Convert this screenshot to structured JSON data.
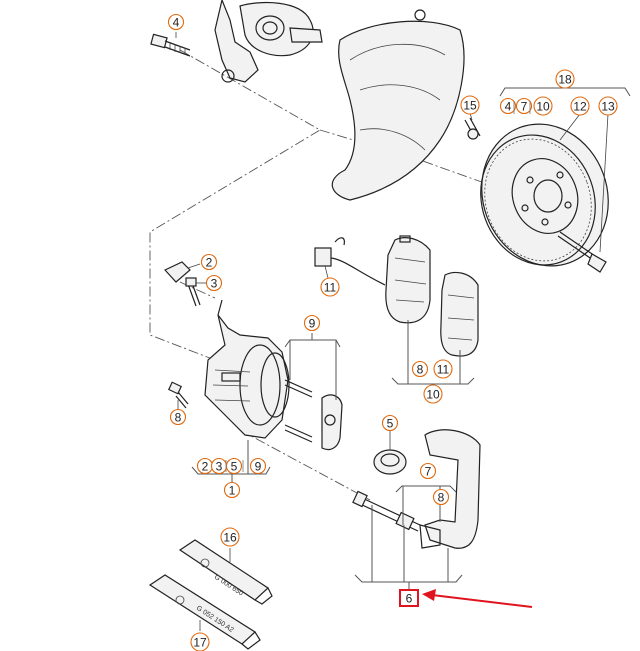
{
  "colors": {
    "callout": "#e06a10",
    "highlight": "#e0141e",
    "line": "#222222"
  },
  "callouts": {
    "c1": "1",
    "c2": "2",
    "c3": "3",
    "c4": "4",
    "c5": "5",
    "c6": "6",
    "c7": "7",
    "c8": "8",
    "c9": "9",
    "c10": "10",
    "c11": "11",
    "c12": "12",
    "c13": "13",
    "c15": "15",
    "c16": "16",
    "c17": "17",
    "c18": "18"
  },
  "groups": {
    "disc_group": [
      "4",
      "7",
      "10"
    ],
    "caliper_group": [
      "2",
      "3",
      "5",
      "9"
    ],
    "pad_group": [
      "8",
      "11"
    ]
  },
  "tube_labels": {
    "tube_16": "G 000 650",
    "tube_17": "G 052 150 A2"
  },
  "highlight": {
    "label": "6",
    "arrow": "red-arrow"
  }
}
